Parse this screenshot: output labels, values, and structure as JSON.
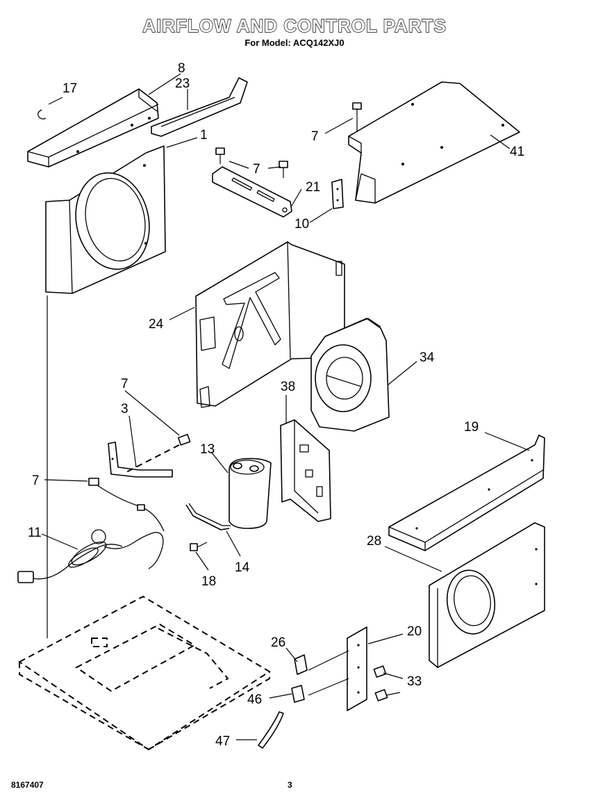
{
  "header": {
    "title": "AIRFLOW AND CONTROL PARTS",
    "subtitle": "For Model: ACQ142XJ0"
  },
  "footer": {
    "doc_number": "8167407",
    "page_number": "3"
  },
  "callouts": [
    {
      "id": "8",
      "text": "8"
    },
    {
      "id": "17",
      "text": "17"
    },
    {
      "id": "23",
      "text": "23"
    },
    {
      "id": "1",
      "text": "1"
    },
    {
      "id": "7a",
      "text": "7"
    },
    {
      "id": "7b",
      "text": "7"
    },
    {
      "id": "21",
      "text": "21"
    },
    {
      "id": "10",
      "text": "10"
    },
    {
      "id": "41",
      "text": "41"
    },
    {
      "id": "24",
      "text": "24"
    },
    {
      "id": "34",
      "text": "34"
    },
    {
      "id": "7c",
      "text": "7"
    },
    {
      "id": "3",
      "text": "3"
    },
    {
      "id": "38",
      "text": "38"
    },
    {
      "id": "13",
      "text": "13"
    },
    {
      "id": "19",
      "text": "19"
    },
    {
      "id": "7d",
      "text": "7"
    },
    {
      "id": "11",
      "text": "11"
    },
    {
      "id": "14",
      "text": "14"
    },
    {
      "id": "18",
      "text": "18"
    },
    {
      "id": "28",
      "text": "28"
    },
    {
      "id": "20",
      "text": "20"
    },
    {
      "id": "26",
      "text": "26"
    },
    {
      "id": "33",
      "text": "33"
    },
    {
      "id": "46",
      "text": "46"
    },
    {
      "id": "47",
      "text": "47"
    }
  ]
}
